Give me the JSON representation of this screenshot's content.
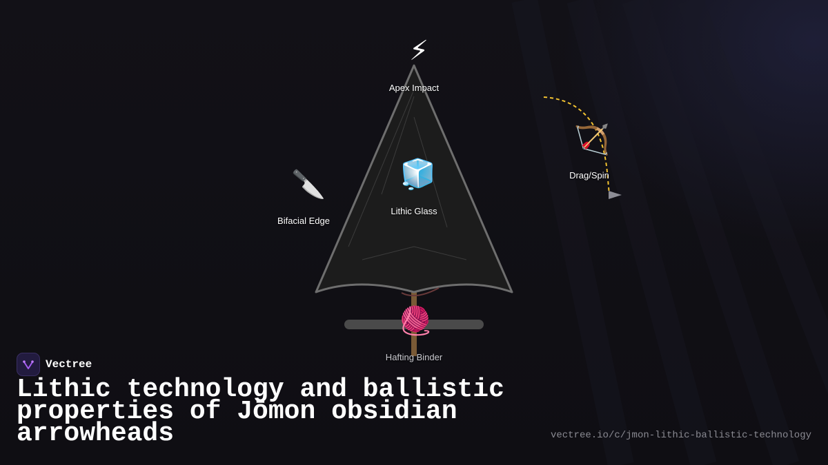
{
  "brand": {
    "name": "Vectree",
    "logo_icon": "vectree-logo-icon",
    "accent": "#a45cf0"
  },
  "title": "Lithic technology and ballistic properties of Jōmon obsidian arrowheads",
  "url": "vectree.io/c/jmon-lithic-ballistic-technology",
  "nodes": {
    "apex": {
      "label": "Apex Impact",
      "icon": "lightning-icon",
      "glyph": "⚡"
    },
    "bifacial": {
      "label": "Bifacial Edge",
      "icon": "knife-icon",
      "glyph": "🔪"
    },
    "glass": {
      "label": "Lithic Glass",
      "icon": "ice-cube-icon",
      "glyph": "🧊"
    },
    "drag": {
      "label": "Drag/Spin",
      "icon": "bow-and-arrow-icon",
      "glyph": "🏹"
    },
    "binder": {
      "label": "Hafting Binder",
      "icon": "yarn-ball-icon",
      "glyph": "🧶"
    }
  },
  "colors": {
    "background": "#111015",
    "arrowhead_fill": "#1c1c1c",
    "arrowhead_stroke": "#6e6e6e",
    "shaft": "#7a5a36",
    "flight_path": "#f2c230"
  }
}
